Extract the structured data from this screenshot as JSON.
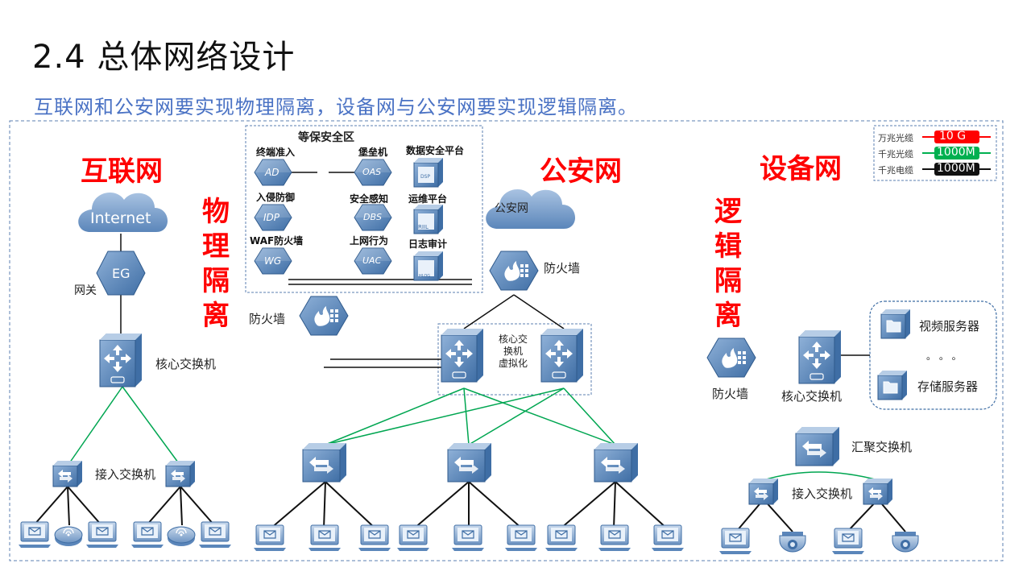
{
  "slide": {
    "title": "2.4 总体网络设计",
    "subtitle": "互联网和公安网要实现物理隔离，设备网与公安网要实现逻辑隔离。"
  },
  "zones": {
    "internet": "互联网",
    "police": "公安网",
    "device": "设备网",
    "physical_isolation": [
      "物",
      "理",
      "隔",
      "离"
    ],
    "logical_isolation": [
      "逻",
      "辑",
      "隔",
      "离"
    ]
  },
  "internet_net": {
    "cloud": "Internet",
    "eg_icon": "EG",
    "gateway": "网关",
    "core_switch": "核心交换机",
    "access_switch": "接入交换机"
  },
  "security_zone": {
    "title": "等保安全区",
    "items": [
      {
        "label": "终端准入",
        "icon_text": "AD"
      },
      {
        "label": "堡垒机",
        "icon_text": "OAS"
      },
      {
        "label": "数据安全平台",
        "icon_text": "DSP"
      },
      {
        "label": "入侵防御",
        "icon_text": "IDP"
      },
      {
        "label": "安全感知",
        "icon_text": "DBS"
      },
      {
        "label": "运维平台",
        "icon_text": "RIIL"
      },
      {
        "label": "WAF防火墙",
        "icon_text": "WG"
      },
      {
        "label": "上网行为",
        "icon_text": "UAC"
      },
      {
        "label": "日志审计",
        "icon_text": "HLOG"
      }
    ]
  },
  "police_net": {
    "cloud": "公安网",
    "firewall": "防火墙",
    "left_firewall": "防火墙",
    "virtualization": [
      "核心交",
      "换机",
      "虚拟化"
    ]
  },
  "device_net": {
    "firewall": "防火墙",
    "core_switch": "核心交换机",
    "video_server": "视频服务器",
    "dots": "。 。 。",
    "storage_server": "存储服务器",
    "aggregation_switch": "汇聚交换机",
    "access_switch": "接入交换机"
  },
  "legend": [
    {
      "label": "万兆光缆",
      "value": "10 G",
      "color": "#ff0000",
      "text_color": "#ffffff"
    },
    {
      "label": "千兆光缆",
      "value": "1000M",
      "color": "#00b050",
      "text_color": "#ffffff"
    },
    {
      "label": "千兆电缆",
      "value": "1000M",
      "color": "#111111",
      "text_color": "#ffffff"
    }
  ],
  "colors": {
    "link_green": "#00a651",
    "link_black": "#111111",
    "device_blue": "#4a78b0",
    "subtitle_blue": "#4a72c4",
    "zone_red": "#ff0000"
  }
}
